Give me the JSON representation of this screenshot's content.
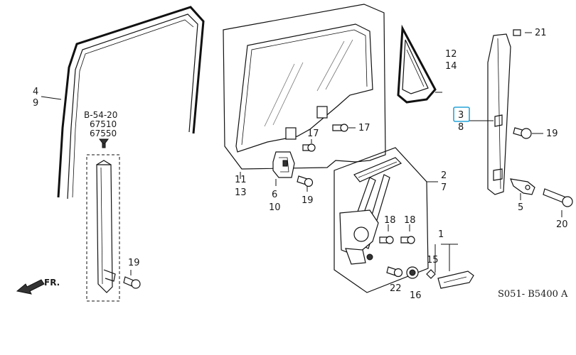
{
  "labels": {
    "p4": "4",
    "p9": "9",
    "ref_b": "B-54-20",
    "ref_1": "67510",
    "ref_2": "67550",
    "p11": "11",
    "p13": "13",
    "p17a": "17",
    "p17b": "17",
    "p6": "6",
    "p10": "10",
    "p19a": "19",
    "p19b": "19",
    "p19c": "19",
    "p12": "12",
    "p14": "14",
    "p21": "21",
    "p3": "3",
    "p8": "8",
    "p2": "2",
    "p7": "7",
    "p18a": "18",
    "p18b": "18",
    "p5": "5",
    "p20": "20",
    "p1": "1",
    "p15": "15",
    "p22": "22",
    "p16": "16",
    "fr": "FR.",
    "code": "S051- B5400 A"
  }
}
